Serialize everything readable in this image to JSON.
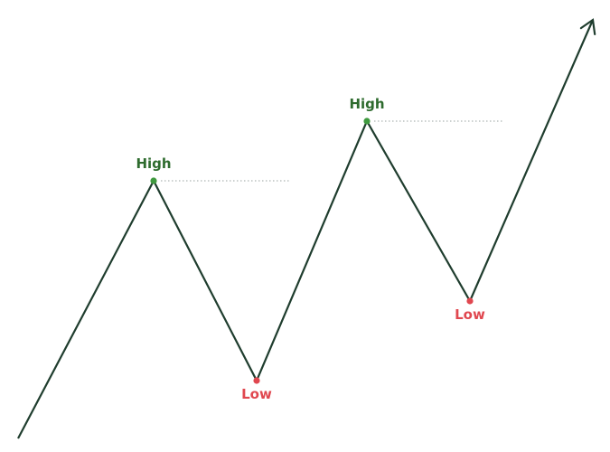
{
  "diagram": {
    "colors": {
      "background": "#ffffff",
      "trend_line": "#1f3d2e",
      "high": "#2e6b2e",
      "high_dot": "#3f9a3f",
      "low": "#e0474f",
      "guide_line": "#9aa3a0"
    },
    "pivots": [
      {
        "type": "high",
        "label": "High"
      },
      {
        "type": "low",
        "label": "Low"
      },
      {
        "type": "high",
        "label": "High"
      },
      {
        "type": "low",
        "label": "Low"
      }
    ]
  }
}
